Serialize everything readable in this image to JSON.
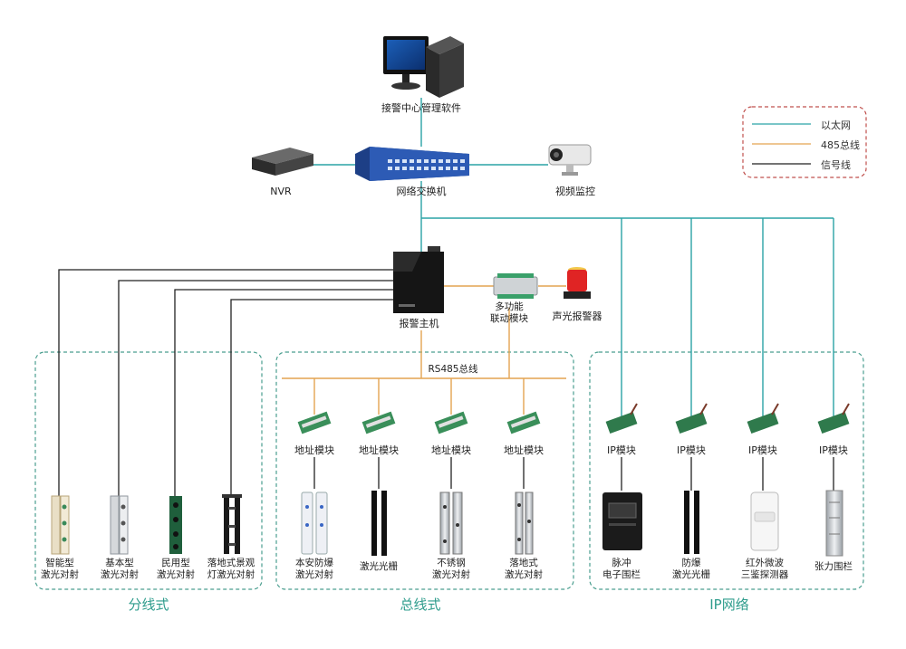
{
  "legend": {
    "ethernet": "以太网",
    "rs485": "485总线",
    "signal": "信号线"
  },
  "colors": {
    "ethernet": "#2aa3a6",
    "rs485": "#e3a451",
    "signal": "#222222",
    "zone_border": "#4a9e8f",
    "legend_border": "#c0504d"
  },
  "nodes": {
    "center": "接警中心管理软件",
    "nvr": "NVR",
    "switch": "网络交换机",
    "video": "视频监控",
    "host": "报警主机",
    "linkage": "多功能\n联动模块",
    "alarm": "声光报警器",
    "bus_label": "RS485总线"
  },
  "zones": {
    "left": "分线式",
    "middle": "总线式",
    "right": "IP网络"
  },
  "left_devices": [
    "智能型\n激光对射",
    "基本型\n激光对射",
    "民用型\n激光对射",
    "落地式景观\n灯激光对射"
  ],
  "middle_modules": [
    "地址模块",
    "地址模块",
    "地址模块",
    "地址模块"
  ],
  "middle_devices": [
    "本安防爆\n激光对射",
    "激光光栅",
    "不锈钢\n激光对射",
    "落地式\n激光对射"
  ],
  "right_modules": [
    "IP模块",
    "IP模块",
    "IP模块",
    "IP模块"
  ],
  "right_devices": [
    "脉冲\n电子围栏",
    "防爆\n激光光栅",
    "红外微波\n三鉴探测器",
    "张力围栏"
  ]
}
